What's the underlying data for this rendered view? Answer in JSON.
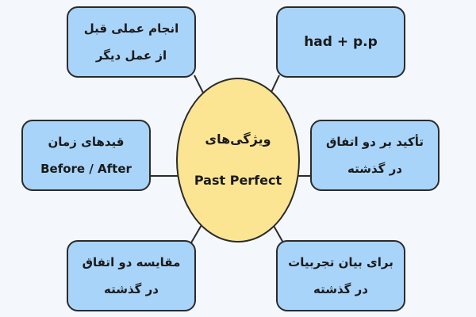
{
  "center": {
    "line1": "ویژگی‌های",
    "line2": "Past Perfect"
  },
  "nodes": {
    "top_left": {
      "line1": "انجام عملی قبل",
      "line2": "از عمل دیگر"
    },
    "top_right": {
      "line1": "had + p.p"
    },
    "middle_left": {
      "line1": "قیدهای زمان",
      "line2": "Before / After"
    },
    "middle_right": {
      "line1": "تأکید بر دو اتفاق",
      "line2": "در گذشته"
    },
    "bottom_left": {
      "line1": "مقایسه دو اتفاق",
      "line2": "در گذشته"
    },
    "bottom_right": {
      "line1": "برای بیان تجربیات",
      "line2": "در گذشته"
    }
  },
  "colors": {
    "box": "#a8d4fa",
    "center": "#fbe593",
    "border": "#2b2b2b"
  }
}
